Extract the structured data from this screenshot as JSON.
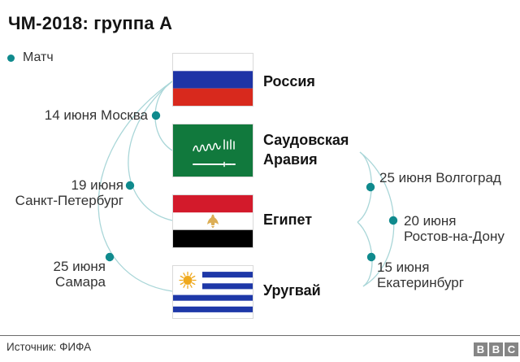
{
  "title": "ЧМ-2018: группа А",
  "legend": {
    "label": "Матч"
  },
  "teams": [
    {
      "name": "Россия",
      "flag": "russia-flag"
    },
    {
      "name": "Саудовская Аравия",
      "flag": "saudi-arabia-flag"
    },
    {
      "name": "Египет",
      "flag": "egypt-flag"
    },
    {
      "name": "Уругвай",
      "flag": "uruguay-flag"
    }
  ],
  "matches": {
    "left": [
      {
        "lines": [
          "14 июня Москва"
        ]
      },
      {
        "lines": [
          "19 июня",
          "Санкт-Петербург"
        ]
      },
      {
        "lines": [
          "25 июня",
          "Самара"
        ]
      }
    ],
    "right": [
      {
        "lines": [
          "25 июня Волгоград"
        ]
      },
      {
        "lines": [
          "20 июня",
          "Ростов-на-Дону"
        ]
      },
      {
        "lines": [
          "15 июня",
          "Екатеринбург"
        ]
      }
    ]
  },
  "footer": {
    "source": "Источник: ФИФА",
    "logo_letters": [
      "B",
      "B",
      "C"
    ]
  },
  "colors": {
    "dot": "#0F8A8D",
    "arc": "#A9D6D8",
    "title_text": "#141414",
    "label_text": "#333333",
    "russia_blue": "#1E34A6",
    "russia_red": "#D8291D",
    "saudi_green": "#11793D",
    "egypt_red": "#D31A2B",
    "egypt_gold": "#DCAE55",
    "uruguay_blue": "#1E38A8",
    "uruguay_sun": "#EFA91E",
    "bbc_gray": "#858585",
    "divider": "#6B6B6B"
  }
}
